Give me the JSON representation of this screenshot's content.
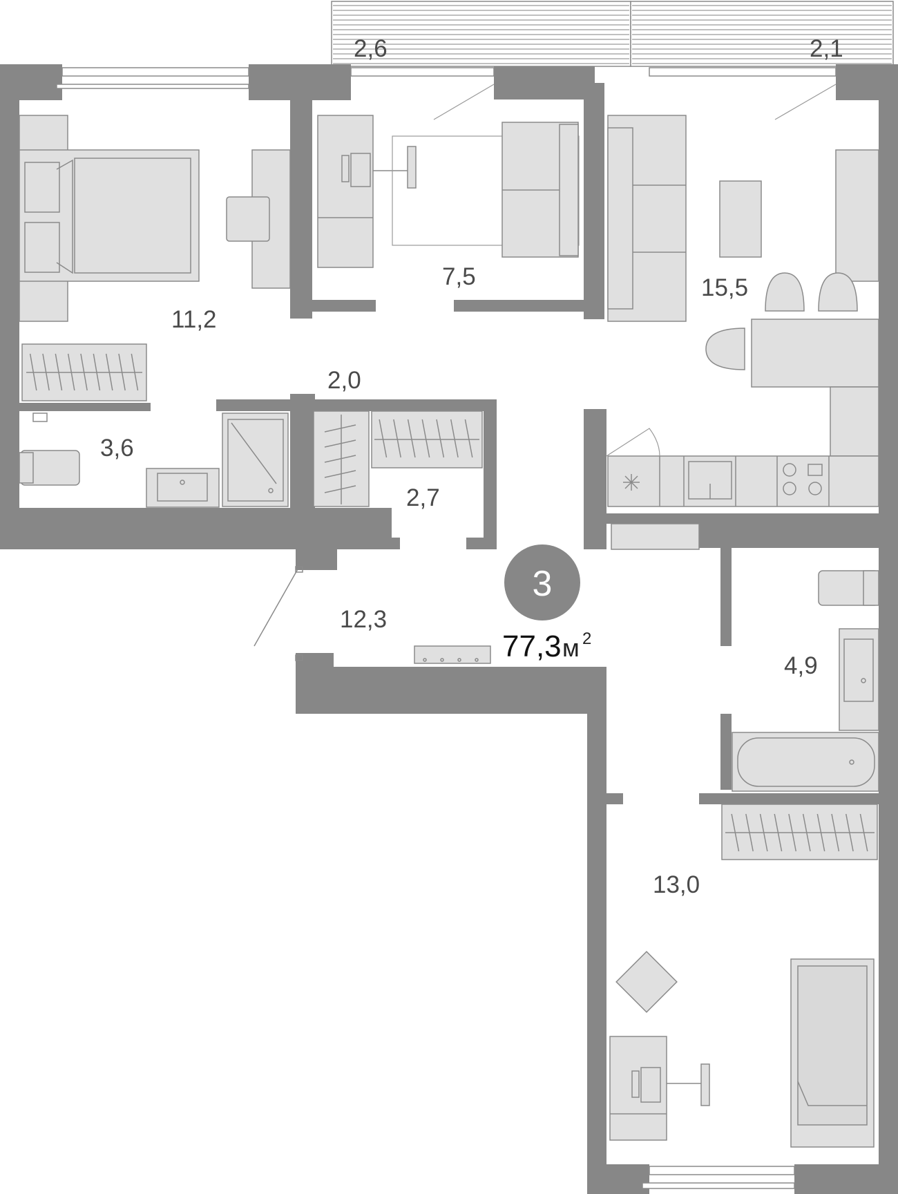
{
  "plan": {
    "rooms_count": "3",
    "total_area": "77,3",
    "area_unit": "м",
    "area_unit_power": "2",
    "colors": {
      "walls": "#878787",
      "furniture": "#e0e0e0",
      "badge": "#878787",
      "background": "#ffffff"
    },
    "room_labels": [
      {
        "id": "balcony-left",
        "value": "2,6"
      },
      {
        "id": "balcony-right",
        "value": "2,1"
      },
      {
        "id": "bedroom-main",
        "value": "11,2"
      },
      {
        "id": "study-room",
        "value": "7,5"
      },
      {
        "id": "kitchen-living",
        "value": "15,5"
      },
      {
        "id": "wardrobe",
        "value": "2,0"
      },
      {
        "id": "bathroom-small",
        "value": "3,6"
      },
      {
        "id": "dressing-room",
        "value": "2,7"
      },
      {
        "id": "hallway",
        "value": "12,3"
      },
      {
        "id": "bathroom-large",
        "value": "4,9"
      },
      {
        "id": "bedroom-second",
        "value": "13,0"
      }
    ]
  }
}
